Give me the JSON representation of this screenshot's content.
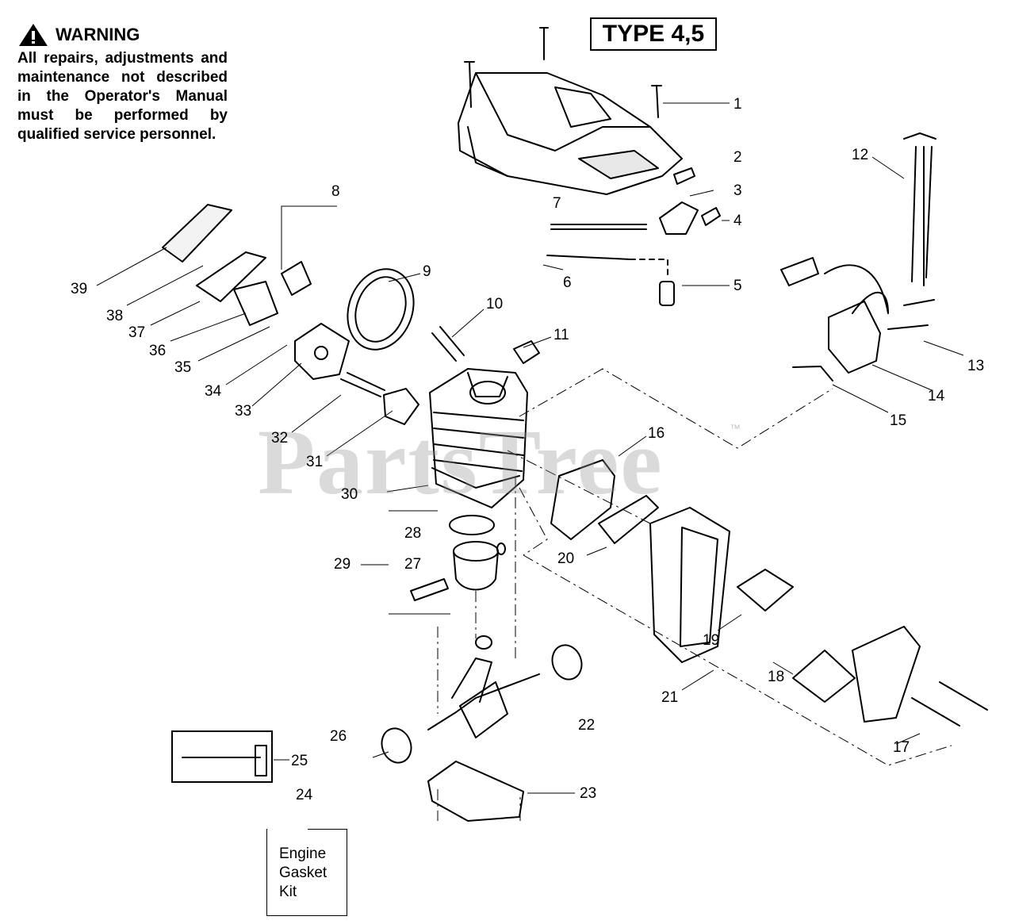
{
  "warning": {
    "title": "WARNING",
    "text": "All repairs, adjustments and maintenance not described in the Operator's Manual must be performed by qualified service personnel."
  },
  "type_label": "TYPE 4,5",
  "watermark": "PartsTree",
  "trademark": "™",
  "kit_label": [
    "Engine",
    "Gasket",
    "Kit"
  ],
  "callouts": [
    "1",
    "2",
    "3",
    "4",
    "5",
    "6",
    "7",
    "8",
    "9",
    "10",
    "11",
    "12",
    "13",
    "14",
    "15",
    "16",
    "17",
    "18",
    "19",
    "20",
    "21",
    "22",
    "23",
    "24",
    "25",
    "26",
    "27",
    "28",
    "29",
    "30",
    "31",
    "32",
    "33",
    "34",
    "35",
    "36",
    "37",
    "38",
    "39"
  ]
}
